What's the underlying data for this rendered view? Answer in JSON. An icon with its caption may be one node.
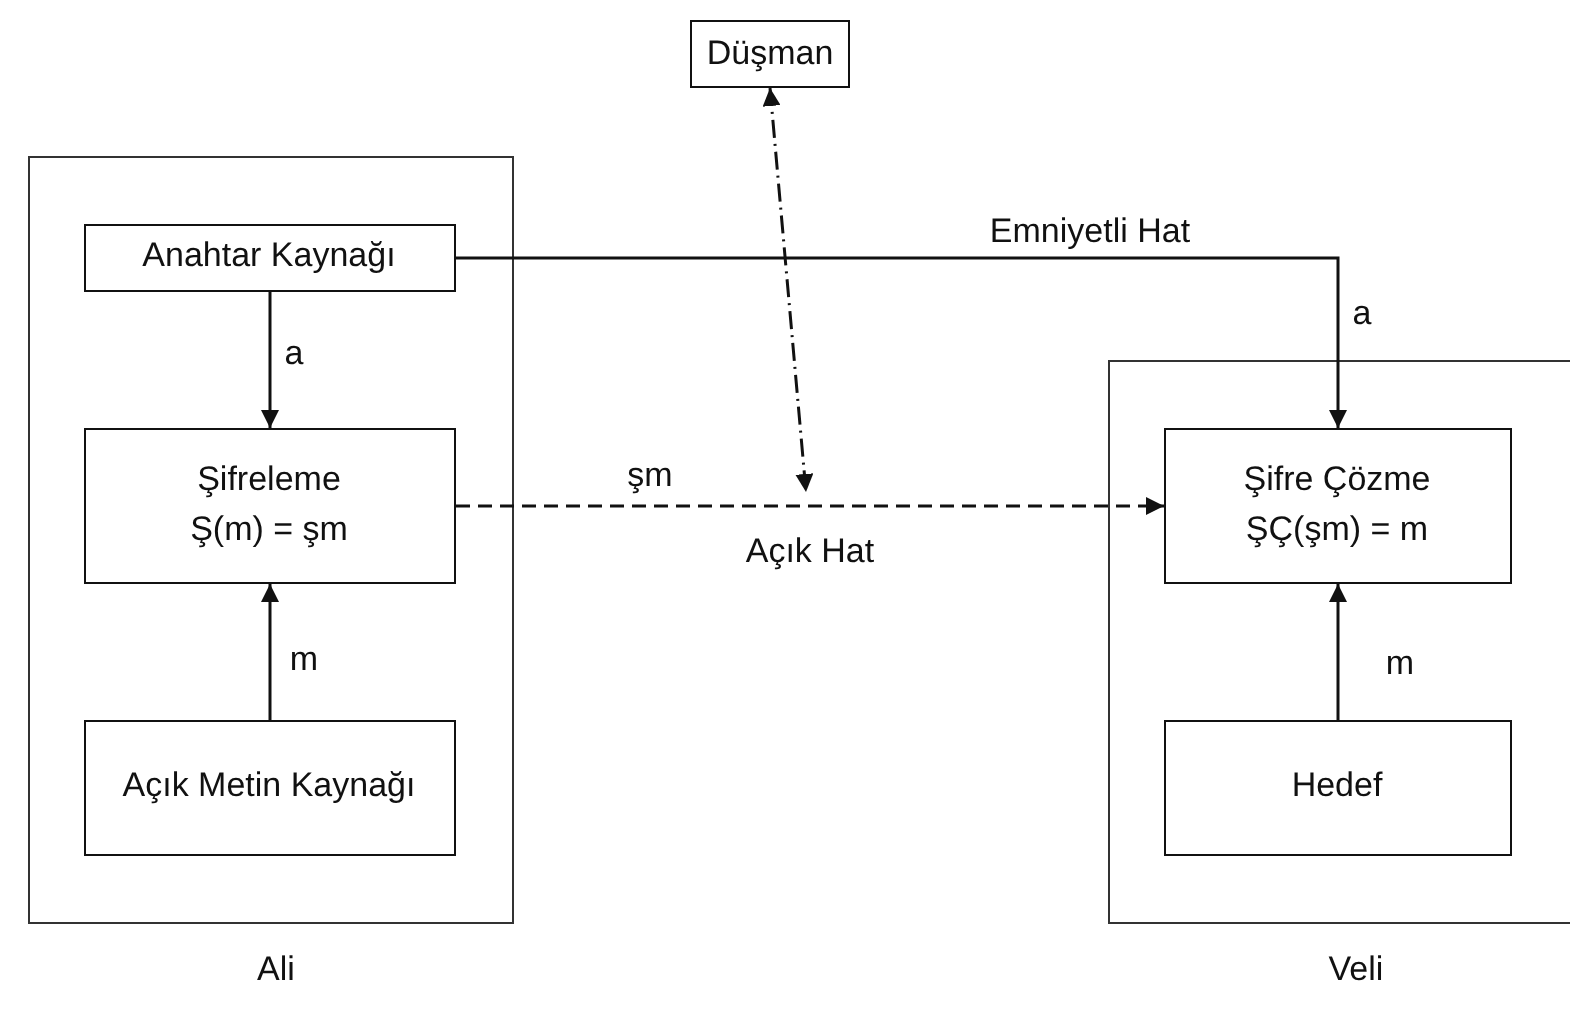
{
  "diagram": {
    "nodes": [
      {
        "text": [
          "Düşman"
        ]
      },
      {
        "text": [
          "Ali"
        ]
      },
      {
        "text": [
          "Anahtar Kaynağı"
        ],
        "in": 1
      },
      {
        "text": [
          "Şifreleme",
          "Ş(m) = şm"
        ],
        "in": 1
      },
      {
        "text": [
          "Açık Metin Kaynağı"
        ],
        "in": 1
      },
      {
        "text": [
          "Veli"
        ]
      },
      {
        "text": [
          "Şifre Çözme",
          "ŞÇ(şm) = m"
        ],
        "in": 5
      },
      {
        "text": [
          "Hedef"
        ],
        "in": 5
      }
    ],
    "edges": [
      {
        "from": 2,
        "to": 6,
        "arrow": "to",
        "label": "Emniyetli Hat"
      },
      {
        "from": 2,
        "to": 3,
        "arrow": "to",
        "label": "a"
      },
      {
        "from": 4,
        "to": 3,
        "arrow": "to",
        "label": "m"
      },
      {
        "from": 3,
        "to": 6,
        "arrow": "to",
        "label": "şm",
        "style": "dashed"
      },
      {
        "from": 0,
        "to": null,
        "arrow": "both",
        "style": "dashed"
      },
      {
        "from": 7,
        "to": 6,
        "arrow": "to",
        "label": "m"
      }
    ],
    "labels": [
      "a",
      "Açık Hat"
    ]
  }
}
